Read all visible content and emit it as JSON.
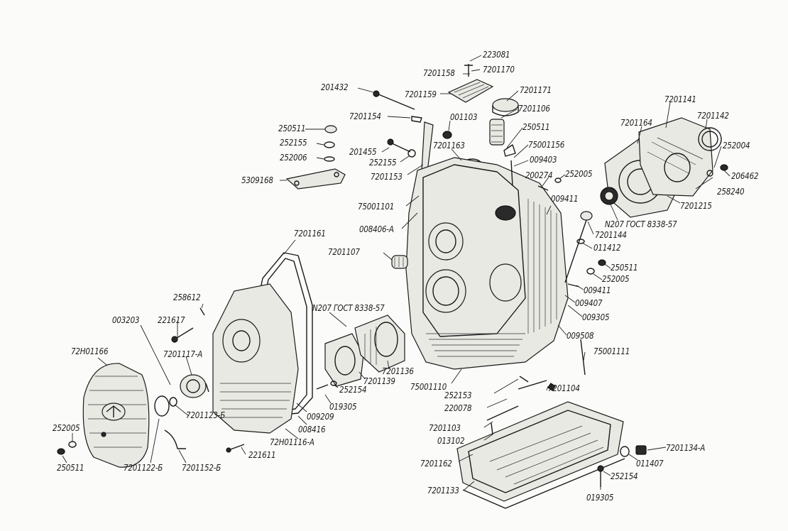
{
  "colors": {
    "ink": "#1c1c1c",
    "paper": "#fbfbf9"
  },
  "labels": [
    "223081",
    "7201158",
    "7201170",
    "201432",
    "7201159",
    "7201171",
    "7201154",
    "001103",
    "7201106",
    "250511",
    "252155",
    "252006",
    "5309168",
    "201455",
    "252155",
    "7201153",
    "7201163",
    "250511",
    "75001156",
    "009403",
    "200274",
    "252005",
    "7201141",
    "7201164",
    "7201142",
    "252004",
    "206462",
    "258240",
    "7201215",
    "N207 ГОСТ 8338-57",
    "75001101",
    "008406-А",
    "009411",
    "7201144",
    "011412",
    "7201107",
    "7201161",
    "250511",
    "252005",
    "009411",
    "009407",
    "009305",
    "009508",
    "258612",
    "N207 ГОСТ 8338-57",
    "003203",
    "221617",
    "7201117-А",
    "72Н01166",
    "75001111",
    "7201136",
    "7201139",
    "252154",
    "019305",
    "75001110",
    "252153",
    "7201104",
    "220078",
    "7201123-Б",
    "009209",
    "008416",
    "72Н01116-А",
    "7201103",
    "013102",
    "252005",
    "250511",
    "7201122-Б",
    "7201152-Б",
    "221611",
    "7201162",
    "7201134-А",
    "011407",
    "252154",
    "7201133",
    "019305"
  ]
}
